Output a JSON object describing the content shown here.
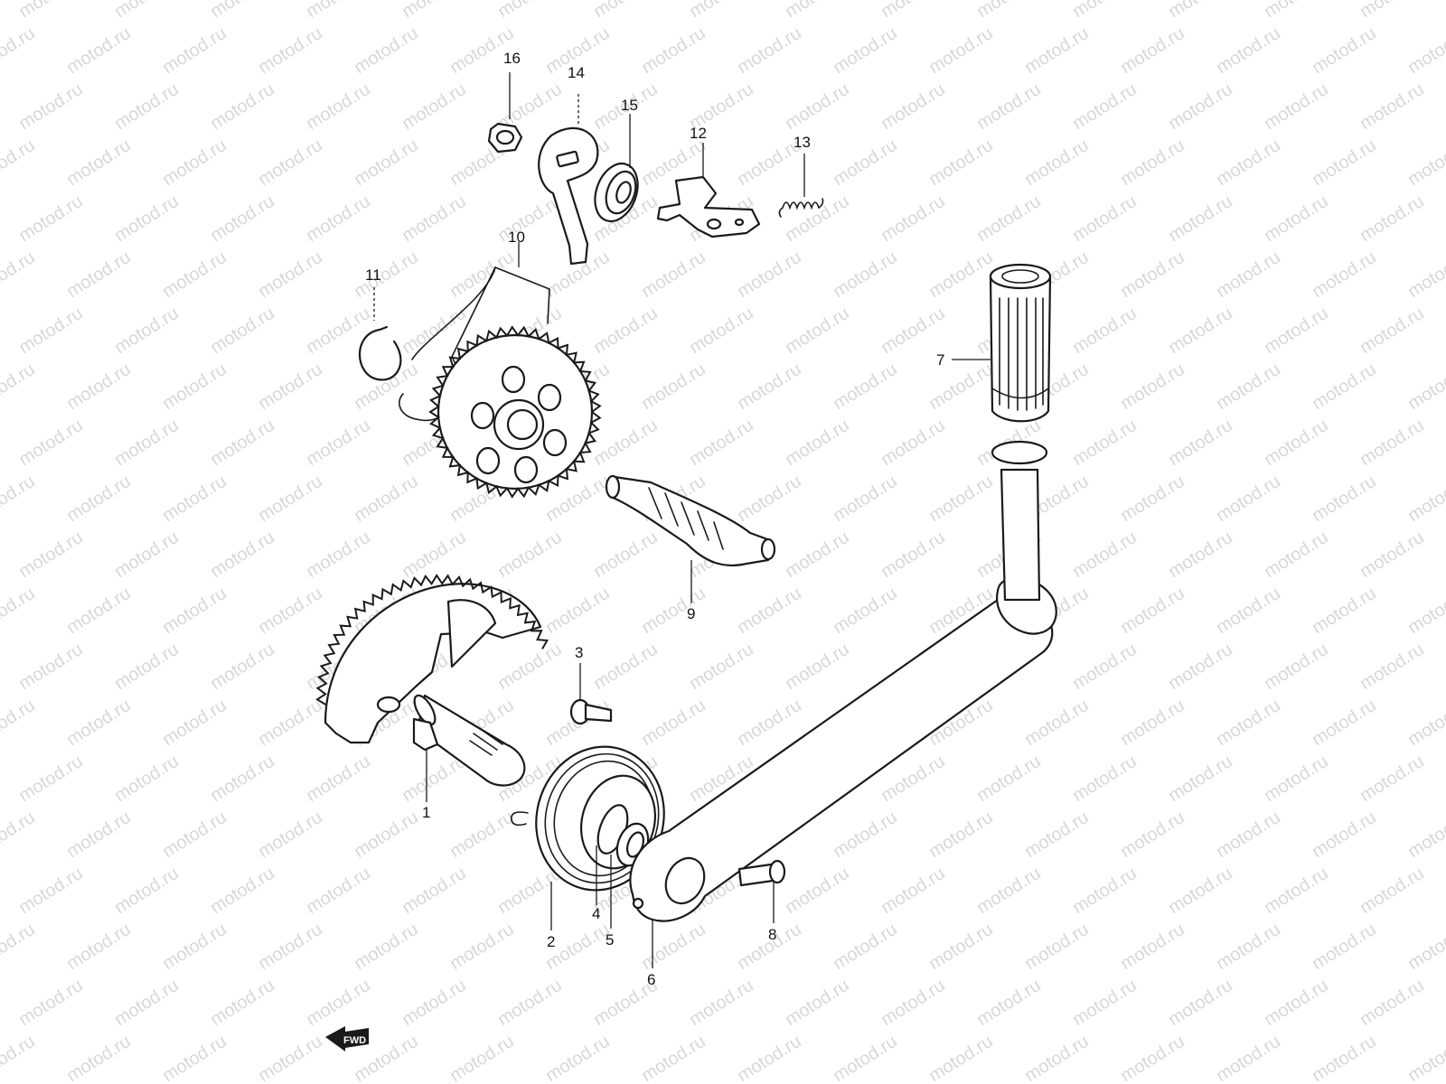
{
  "watermark": {
    "text": "motod.ru"
  },
  "callouts": {
    "p1": "1",
    "p2": "2",
    "p3": "3",
    "p4": "4",
    "p5": "5",
    "p6": "6",
    "p7": "7",
    "p8": "8",
    "p9": "9",
    "p10": "10",
    "p11": "11",
    "p12": "12",
    "p13": "13",
    "p14": "14",
    "p15": "15",
    "p16": "16"
  },
  "direction_marker": {
    "label": "FWD"
  },
  "colors": {
    "line": "#1a1a1a",
    "background": "#ffffff",
    "watermark": "#d8d8d8"
  }
}
